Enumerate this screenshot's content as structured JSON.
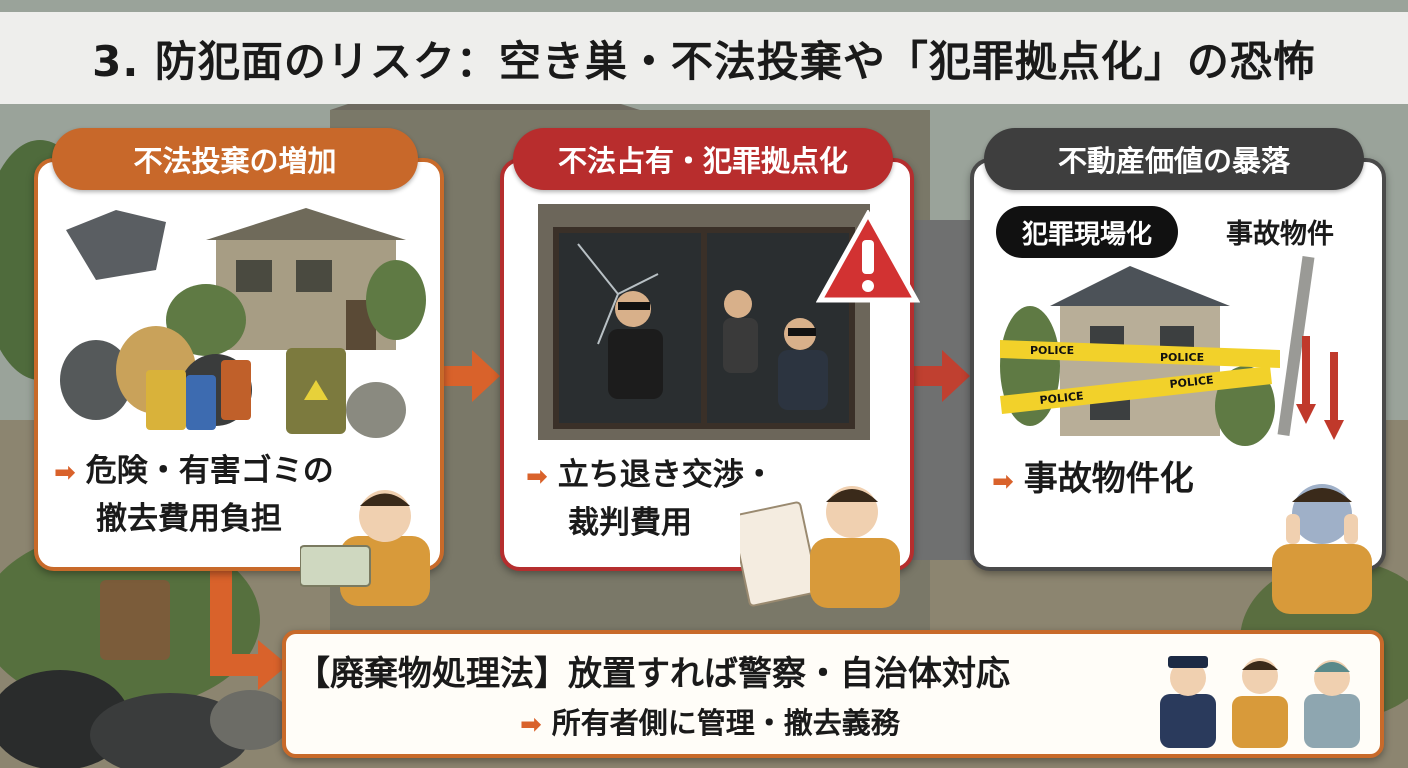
{
  "title": "3. 防犯面のリスク：空き巣・不法投棄や「犯罪拠点化」の恐怖",
  "panels": [
    {
      "header": "不法投棄の増加",
      "body_line1": "危険・有害ゴミの",
      "body_line2": "撤去費用負担",
      "color": "#c8682a"
    },
    {
      "header": "不法占有・犯罪拠点化",
      "body_line1": "立ち退き交渉・",
      "body_line2": "裁判費用",
      "color": "#b82d2d"
    },
    {
      "header": "不動産価値の暴落",
      "bubble": "犯罪現場化",
      "label": "事故物件",
      "body_line1": "事故物件化",
      "color": "#3e3e3e"
    }
  ],
  "bottom": {
    "law": "【廃棄物処理法】放置すれば警察・自治体対応",
    "duty": "所有者側に管理・撤去義務"
  },
  "tape_text": "POLICE",
  "arrow_glyph": "➡",
  "colors": {
    "accent_orange": "#d9622b",
    "accent_red": "#b82d2d",
    "dark": "#3e3e3e"
  }
}
